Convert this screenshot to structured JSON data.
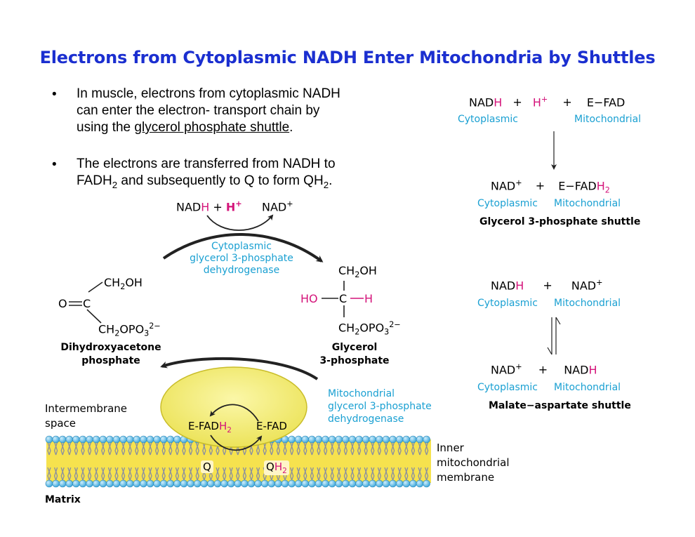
{
  "title": "Electrons from Cytoplasmic NADH Enter Mitochondria by Shuttles",
  "bullets": [
    {
      "marker": "•",
      "line1": "In muscle, electrons from cytoplasmic NADH",
      "line2": "can enter the electron- transport chain by",
      "line3_pre": "using the ",
      "line3_link": "glycerol phosphate shuttle",
      "line3_post": "."
    },
    {
      "marker": "•",
      "line1": "The electrons are transferred from NADH to",
      "line2_a": "FADH",
      "line2_sub": "2",
      "line2_b": " and subsequently to Q to form QH",
      "line2_sub2": "2",
      "line2_c": "."
    }
  ],
  "diagram": {
    "top_reactant_a": "NAD",
    "top_reactant_h": "H",
    "top_plus": " + ",
    "top_reactant_hplus": "H",
    "top_reactant_hplus_sup": "+",
    "top_product": "NAD",
    "top_product_sup": "+",
    "cyto_enzyme_1": "Cytoplasmic",
    "cyto_enzyme_2": "glycerol 3-phosphate",
    "cyto_enzyme_3": "dehydrogenase",
    "dhap_ch2oh": "CH",
    "dhap_ch2oh_sub": "2",
    "dhap_ch2oh_end": "OH",
    "dhap_oc": "O",
    "dhap_c": "C",
    "dhap_ch2opo3": "CH",
    "dhap_ch2opo3_sub": "2",
    "dhap_ch2opo3_mid": "OPO",
    "dhap_ch2opo3_sub2": "3",
    "dhap_ch2opo3_sup": "2−",
    "dhap_name_1": "Dihydroxyacetone",
    "dhap_name_2": "phosphate",
    "g3p_top": "CH",
    "g3p_top_sub": "2",
    "g3p_top_end": "OH",
    "g3p_ho": "HO",
    "g3p_c": "C",
    "g3p_h": "H",
    "g3p_bottom": "CH",
    "g3p_bottom_sub": "2",
    "g3p_bottom_mid": "OPO",
    "g3p_bottom_sub2": "3",
    "g3p_bottom_sup": "2−",
    "g3p_name_1": "Glycerol",
    "g3p_name_2": "3-phosphate",
    "mito_enzyme_1": "Mitochondrial",
    "mito_enzyme_2": "glycerol 3-phosphate",
    "mito_enzyme_3": "dehydrogenase",
    "efadh2": "E-FAD",
    "efadh2_h": "H",
    "efadh2_sub": "2",
    "efad": "E-FAD",
    "q": "Q",
    "qh2_q": "Q",
    "qh2_h": "H",
    "qh2_sub": "2",
    "intermembrane_1": "Intermembrane",
    "intermembrane_2": "space",
    "inner_1": "Inner",
    "inner_2": "mitochondrial",
    "inner_3": "membrane",
    "matrix": "Matrix"
  },
  "side_panel": {
    "g3p_shuttle": {
      "row1_nad": "NAD",
      "row1_h": "H",
      "row1_plus1": "+",
      "row1_hplus": "H",
      "row1_hplus_sup": "+",
      "row1_plus2": "+",
      "row1_efad": "E−FAD",
      "row1_lbl_cyto": "Cytoplasmic",
      "row1_lbl_mito": "Mitochondrial",
      "row2_nad": "NAD",
      "row2_nad_sup": "+",
      "row2_plus": "+",
      "row2_efad": "E−FAD",
      "row2_h": "H",
      "row2_sub": "2",
      "row2_lbl_cyto": "Cytoplasmic",
      "row2_lbl_mito": "Mitochondrial",
      "name": "Glycerol 3-phosphate shuttle"
    },
    "malate_shuttle": {
      "row1_nad": "NAD",
      "row1_h": "H",
      "row1_plus": "+",
      "row1_nadp": "NAD",
      "row1_nadp_sup": "+",
      "row1_lbl_cyto": "Cytoplasmic",
      "row1_lbl_mito": "Mitochondrial",
      "row2_nadp": "NAD",
      "row2_nadp_sup": "+",
      "row2_plus": "+",
      "row2_nad": "NAD",
      "row2_h": "H",
      "row2_lbl_cyto": "Cytoplasmic",
      "row2_lbl_mito": "Mitochondrial",
      "name": "Malate−aspartate shuttle"
    }
  },
  "colors": {
    "title": "#1b2fd0",
    "cyan_label": "#1aa0d2",
    "magenta": "#d4147a",
    "enzyme_yellow": "#f4ee6a",
    "membrane_yellow": "#f3e24a",
    "head_blue": "#6ec6ee"
  }
}
